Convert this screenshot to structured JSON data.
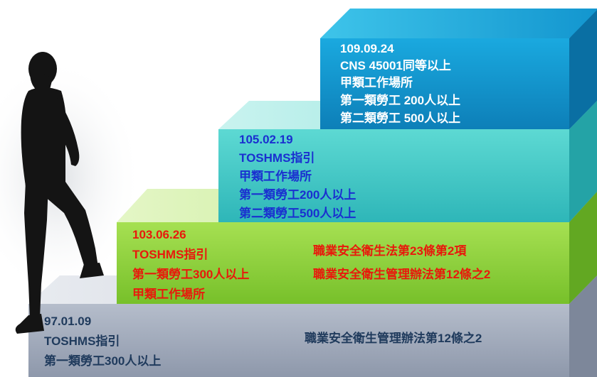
{
  "steps": [
    {
      "date": "97.01.09",
      "lines": [
        "TOSHMS指引",
        "第一類勞工300人以上"
      ],
      "laws": [
        "職業安全衛生管理辦法第12條之2"
      ]
    },
    {
      "date": "103.06.26",
      "lines": [
        "TOSHMS指引",
        "第一類勞工300人以上",
        "甲類工作場所"
      ],
      "laws": [
        "職業安全衛生法第23條第2項",
        "職業安全衛生管理辦法第12條之2"
      ]
    },
    {
      "date": "105.02.19",
      "lines": [
        "TOSHMS指引",
        "甲類工作場所",
        "第一類勞工200人以上",
        "第二類勞工500人以上"
      ]
    },
    {
      "date": "109.09.24",
      "lines": [
        "CNS 45001同等以上",
        "甲類工作場所",
        "第一類勞工 200人以上",
        "第二類勞工 500人以上"
      ]
    }
  ],
  "colors": {
    "step1": "#a3acbd",
    "step2": "#8fd23c",
    "step3": "#47cdc9",
    "step4": "#169ed8",
    "text_step1": "#1f3a5c",
    "text_step2": "#e8190c",
    "text_step3": "#1a2fd0",
    "text_step4": "#ffffff"
  },
  "figure": {
    "icon": "walking-person-silhouette-icon"
  }
}
